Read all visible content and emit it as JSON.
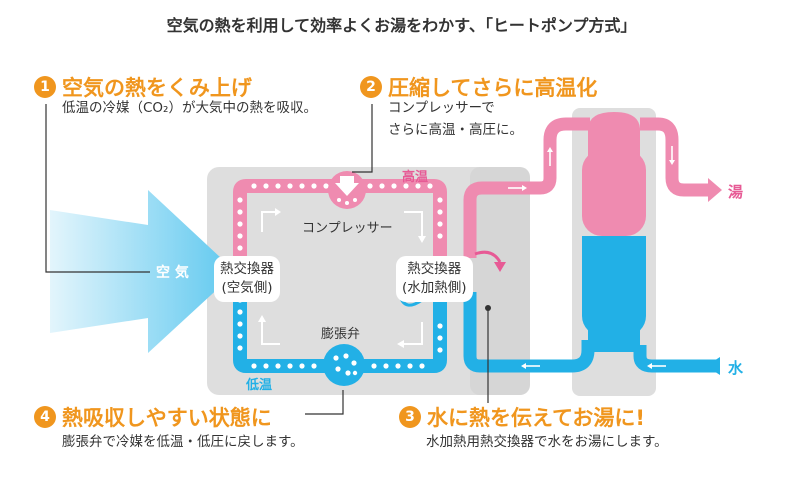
{
  "title": "空気の熱を利用して効率よくお湯をわかす、「ヒートポンプ方式」",
  "steps": [
    {
      "num": "1",
      "heading": "空気の熱をくみ上げ",
      "desc_lines": [
        "低温の冷媒（CO₂）が大気中の熱を吸収。"
      ]
    },
    {
      "num": "2",
      "heading": "圧縮してさらに高温化",
      "desc_lines": [
        "コンプレッサーで",
        "さらに高温・高圧に。"
      ]
    },
    {
      "num": "3",
      "heading": "水に熱を伝えてお湯に!",
      "desc_lines": [
        "水加熱用熱交換器で水をお湯にします。"
      ]
    },
    {
      "num": "4",
      "heading": "熱吸収しやすい状態に",
      "desc_lines": [
        "膨張弁で冷媒を低温・低圧に戻します。"
      ]
    }
  ],
  "labels": {
    "air": "空 気",
    "compressor": "コンプレッサー",
    "high_temp": "高温",
    "low_temp": "低温",
    "expansion_valve": "膨張弁",
    "hx_air_line1": "熱交換器",
    "hx_air_line2": "(空気側)",
    "hx_water_line1": "熱交換器",
    "hx_water_line2": "(水加熱側)",
    "hot_water": "湯",
    "water": "水"
  },
  "colors": {
    "accent": "#f0961e",
    "hot": "#ee82a8",
    "cold": "#1fb2e6",
    "unit_bg": "#dcdcdc"
  }
}
